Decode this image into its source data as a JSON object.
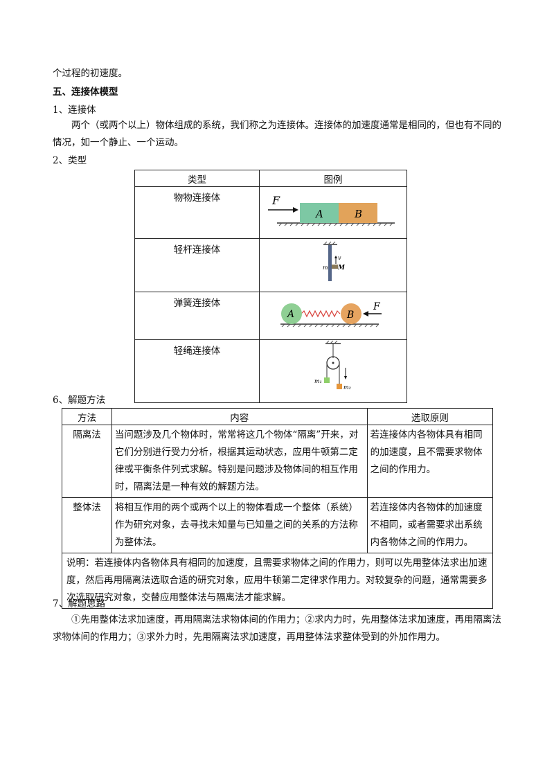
{
  "intro_line": "个过程的初速度。",
  "section_title": "五、连接体模型",
  "s1": {
    "heading": "1、连接体",
    "para": "两个（或两个以上）物体组成的系统，我们称之为连接体。连接体的加速度通常是相同的，但也有不同的情况，如一个静止、一个运动。"
  },
  "s2": {
    "heading": "2、类型",
    "table": {
      "headers": [
        "类型",
        "图例"
      ],
      "rows": [
        {
          "type": "物物连接体",
          "labels": [
            "F",
            "A",
            "B"
          ]
        },
        {
          "type": "轻杆连接体",
          "labels": [
            "m",
            "v",
            "M"
          ]
        },
        {
          "type": "弹簧连接体",
          "labels": [
            "A",
            "B",
            "F"
          ]
        },
        {
          "type": "轻绳连接体",
          "labels": [
            "m₁",
            "m₂"
          ]
        }
      ]
    }
  },
  "s6": {
    "heading": "6、解题方法",
    "table": {
      "headers": [
        "方法",
        "内容",
        "选取原则"
      ],
      "rows": [
        {
          "method": "隔离法",
          "content": "当问题涉及几个物体时，常常将这几个物体“隔离”开来，对它们分别进行受力分析，根据其运动状态，应用牛顿第二定律或平衡条件列式求解。特别是问题涉及物体间的相互作用时，隔离法是一种有效的解题方法。",
          "principle": "若连接体内各物体具有相同的加速度，且不需要求物体之间的作用力。"
        },
        {
          "method": "整体法",
          "content": "将相互作用的两个或两个以上的物体看成一个整体（系统）作为研究对象，去寻找未知量与已知量之间的关系的方法称为整体法。",
          "principle": "若连接体内各物体的加速度不相同，或者需要求出系统内各物体之间的作用力。"
        }
      ],
      "note": "说明：若连接体内各物体具有相同的加速度，且需要求物体之间的作用力，则可以先用整体法求出加速度，然后再用隔离法选取合适的研究对象，应用牛顿第二定律求作用力。对较复杂的问题，通常需要多次选取研究对象，交替应用整体法与隔离法才能求解。"
    }
  },
  "s7": {
    "heading": "7、解题思路",
    "para": "①先用整体法求加速度，再用隔离法求物体间的作用力；②求内力时，先用整体法求加速度，再用隔离法求物体间的作用力；③求外力时，先用隔离法求加速度，再用整体法求整体受到的外加作用力。"
  },
  "colors": {
    "block_a": "#7dc8a4",
    "block_b": "#e2a35a",
    "ball_a": "#8fcf94",
    "ball_b": "#e6a460",
    "spring": "#d8403a"
  }
}
